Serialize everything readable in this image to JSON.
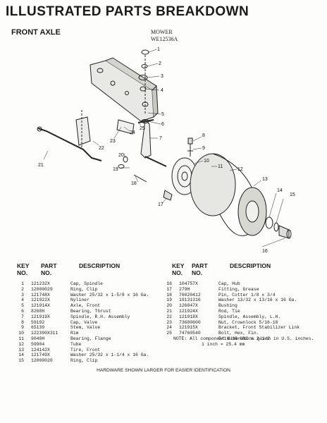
{
  "header": {
    "title": "ILLUSTRATED PARTS BREAKDOWN",
    "section": "FRONT AXLE",
    "model_label": "MOWER",
    "model_number": "WE12536A"
  },
  "callouts": [
    "1",
    "2",
    "3",
    "4",
    "5",
    "6",
    "7",
    "8",
    "9",
    "10",
    "11",
    "12",
    "13",
    "14",
    "15",
    "16",
    "17",
    "18",
    "19",
    "20",
    "21",
    "22",
    "23",
    "24",
    "25"
  ],
  "table": {
    "key_label": [
      "KEY",
      "NO."
    ],
    "part_label": [
      "PART",
      "NO."
    ],
    "description_label": "DESCRIPTION",
    "left_rows": [
      {
        "key": "1",
        "part": "121232X",
        "desc": "Cap, Spindle"
      },
      {
        "key": "2",
        "part": "12000029",
        "desc": "Ring, Clip"
      },
      {
        "key": "3",
        "part": "121748X",
        "desc": "Washer 25/32 x 1-5/8 x 16 Ga."
      },
      {
        "key": "4",
        "part": "121922X",
        "desc": "Nyliner"
      },
      {
        "key": "5",
        "part": "121914X",
        "desc": "Axle, Front"
      },
      {
        "key": "6",
        "part": "8268H",
        "desc": "Bearing, Thrust"
      },
      {
        "key": "7",
        "part": "121919X",
        "desc": "Spindle, R.H. Assembly"
      },
      {
        "key": "8",
        "part": "59192",
        "desc": "Cap, Valve"
      },
      {
        "key": "9",
        "part": "65139",
        "desc": "Stem, Valve"
      },
      {
        "key": "10",
        "part": "122390X311",
        "desc": "Rim"
      },
      {
        "key": "11",
        "part": "9040H",
        "desc": "Bearing, Flange"
      },
      {
        "key": "12",
        "part": "59904",
        "desc": "Tube"
      },
      {
        "key": "13",
        "part": "124142X",
        "desc": "Tire, Front"
      },
      {
        "key": "14",
        "part": "121749X",
        "desc": "Washer 25/32 x 1-1/4 x 16 Ga."
      },
      {
        "key": "15",
        "part": "12000020",
        "desc": "Ring, Clip"
      }
    ],
    "right_rows": [
      {
        "key": "16",
        "part": "104757X",
        "desc": "Cap, Hub"
      },
      {
        "key": "17",
        "part": "279H",
        "desc": "Fitting, Grease"
      },
      {
        "key": "18",
        "part": "76020412",
        "desc": "Pin, Cotter 1/8 x 3/4"
      },
      {
        "key": "19",
        "part": "19131316",
        "desc": "Washer 13/32 x 13/16 x 16 Ga."
      },
      {
        "key": "20",
        "part": "126847X",
        "desc": "Bushing"
      },
      {
        "key": "21",
        "part": "121924X",
        "desc": "Rod, Tie"
      },
      {
        "key": "22",
        "part": "121918X",
        "desc": "Spindle, Assembly, L.H."
      },
      {
        "key": "23",
        "part": "73680600",
        "desc": "Nut, Crownlock 5/16-18"
      },
      {
        "key": "24",
        "part": "121915X",
        "desc": "Bracket, Front Stabilizer Link"
      },
      {
        "key": "25",
        "part": "74760540",
        "desc": "Bolt, Hex, Fin."
      },
      {
        "key": "",
        "part": "",
        "desc": "5/16-18 UNC x 2-1/2"
      }
    ]
  },
  "note": {
    "line1": "NOTE:  All component dimensions given in U.S. inches.",
    "line2": "1 inch = 25.4 mm"
  },
  "footer": "HARDWARE SHOWN LARGER FOR EASIER IDENTIFICATION"
}
